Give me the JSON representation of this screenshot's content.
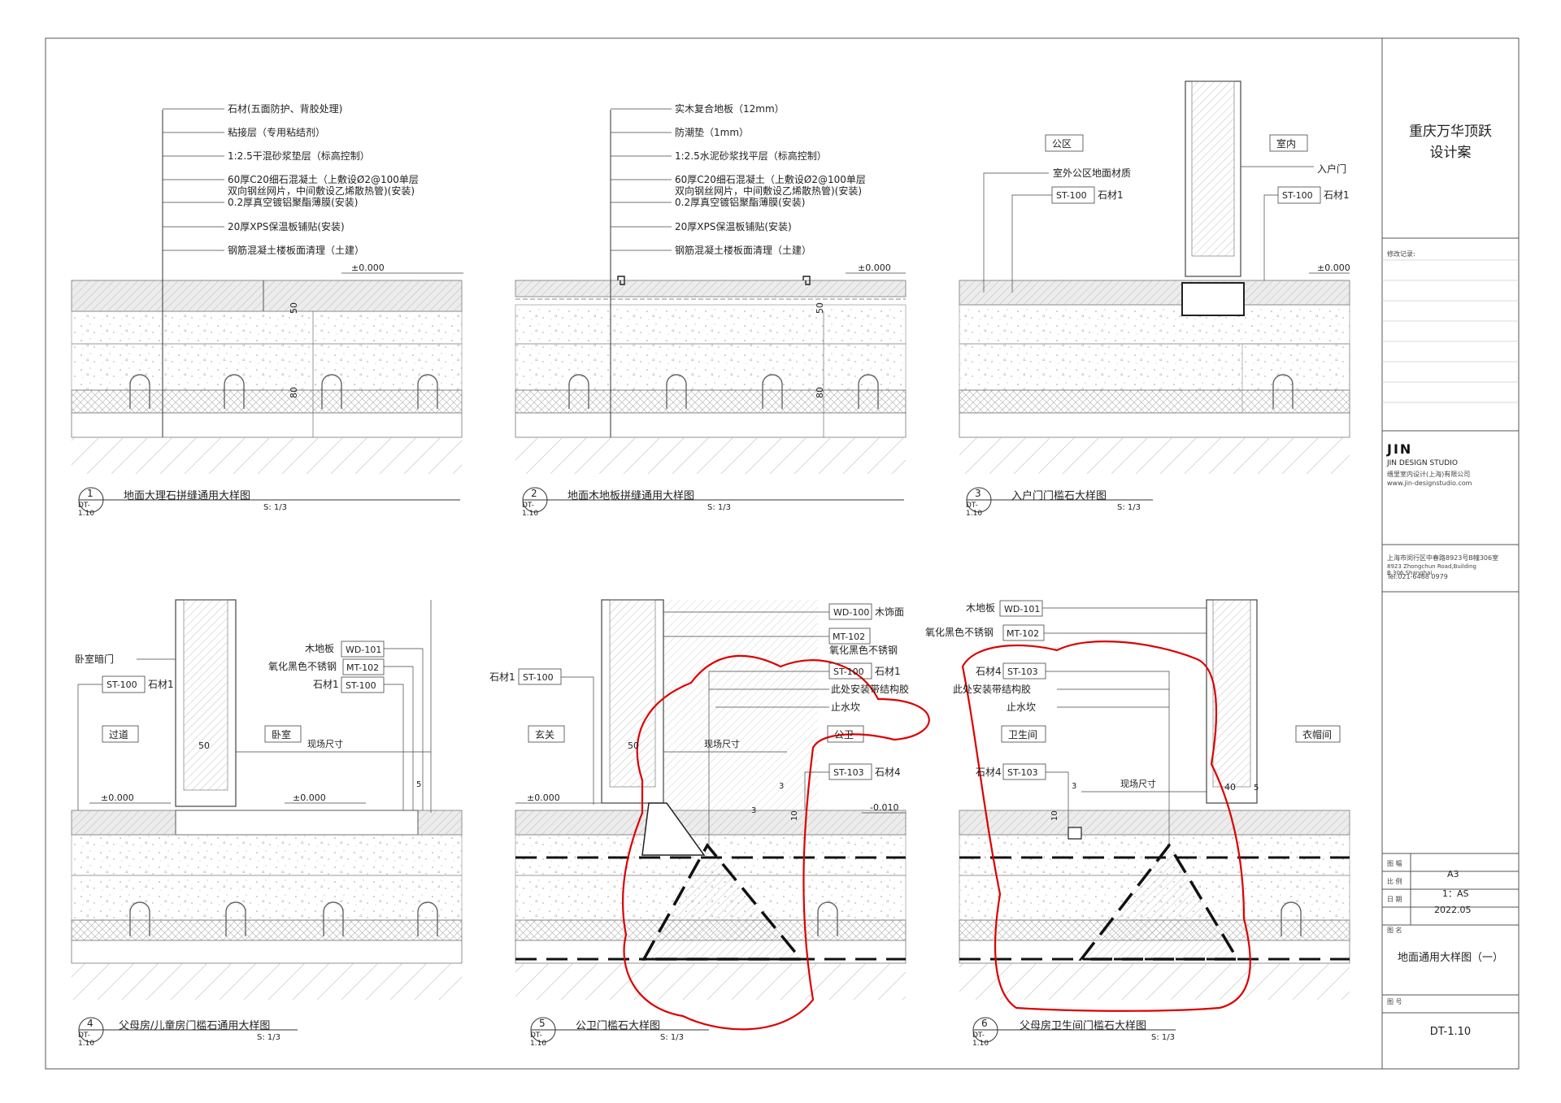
{
  "title_block": {
    "project_line1": "重庆万华顶跃",
    "project_line2": "设计案",
    "revision_label": "修改记录:",
    "studio_logo": "JIN",
    "studio_name": "JIN DESIGN STUDIO",
    "studio_cn": "缙里室内设计(上海)有限公司",
    "studio_web": "www.jin-designstudio.com",
    "address_cn": "上海市闵行区中春路8923号B幢306室",
    "address_en": "8923 Zhongchun Road,Building B,306,Shanghai",
    "tel": "Tel:021-6488 0979",
    "size_label": "图 幅",
    "size_value": "A3",
    "scale_label": "比 例",
    "scale_value": "1：AS",
    "date_label": "日 期",
    "date_value": "2022.05",
    "name_label": "图 名",
    "drawing_name": "地面通用大样图（一）",
    "number_label": "图 号",
    "drawing_number": "DT-1.10"
  },
  "details": [
    {
      "num": "1",
      "ref": "DT-1.10",
      "title": "地面大理石拼缝通用大样图",
      "scale": "S: 1/3"
    },
    {
      "num": "2",
      "ref": "DT-1.10",
      "title": "地面木地板拼缝通用大样图",
      "scale": "S: 1/3"
    },
    {
      "num": "3",
      "ref": "DT-1.10",
      "title": "入户门门槛石大样图",
      "scale": "S: 1/3"
    },
    {
      "num": "4",
      "ref": "DT-1.10",
      "title": "父母房/儿童房门槛石通用大样图",
      "scale": "S: 1/3"
    },
    {
      "num": "5",
      "ref": "DT-1.10",
      "title": "公卫门槛石大样图",
      "scale": "S: 1/3"
    },
    {
      "num": "6",
      "ref": "DT-1.10",
      "title": "父母房卫生间门槛石大样图",
      "scale": "S: 1/3"
    }
  ],
  "d1_notes": [
    "石材(五面防护、背胶处理)",
    "粘接层（专用粘结剂）",
    "1:2.5干混砂浆垫层（标高控制）",
    "60厚C20细石混凝土（上敷设Ø2@100单层",
    "双向钢丝网片，中间敷设乙烯散热管)(安装)",
    "0.2厚真空镀铝聚酯薄膜(安装)",
    "20厚XPS保温板铺贴(安装)",
    "钢筋混凝土楼板面清理（土建）"
  ],
  "d2_notes": [
    "实木复合地板（12mm）",
    "防潮垫（1mm）",
    "1:2.5水泥砂浆找平层（标高控制）",
    "60厚C20细石混凝土（上敷设Ø2@100单层",
    "双向钢丝网片，中间敷设乙烯散热管)(安装)",
    "0.2厚真空镀铝聚酯薄膜(安装)",
    "20厚XPS保温板铺贴(安装)",
    "钢筋混凝土楼板面清理（土建）"
  ],
  "level_zero": "±0.000",
  "level_neg": "-0.010",
  "dims": {
    "d50": "50",
    "d80": "80",
    "d5": "5",
    "d3": "3",
    "d10": "10",
    "d40": "40",
    "field": "现场尺寸"
  },
  "d3": {
    "zone_a": "公区",
    "zone_b": "室内",
    "door": "入户门",
    "public_mat": "室外公区地面材质",
    "tag": "ST-100",
    "mat": "石材1"
  },
  "d4": {
    "door": "卧室暗门",
    "zone_a": "过道",
    "zone_b": "卧室",
    "tag_st": "ST-100",
    "mat_st": "石材1",
    "wood_label": "木地板",
    "tag_wd": "WD-101",
    "steel_label": "氧化黑色不锈钢",
    "tag_mt": "MT-102"
  },
  "d5": {
    "tag_wd": "WD-100",
    "wood_face": "木饰面",
    "tag_mt": "MT-102",
    "steel_label": "氧化黑色不锈钢",
    "tag_st100": "ST-100",
    "mat1": "石材1",
    "glue": "此处安装带结构胶",
    "curb": "止水坎",
    "zone_a": "玄关",
    "zone_b": "公卫",
    "tag_st103": "ST-103",
    "mat4": "石材4"
  },
  "d6": {
    "wood_label": "木地板",
    "tag_wd": "WD-101",
    "steel_label": "氧化黑色不锈钢",
    "tag_mt": "MT-102",
    "mat4": "石材4",
    "tag_st103": "ST-103",
    "glue": "此处安装带结构胶",
    "curb": "止水坎",
    "zone_a": "卫生间",
    "zone_b": "衣帽间"
  }
}
